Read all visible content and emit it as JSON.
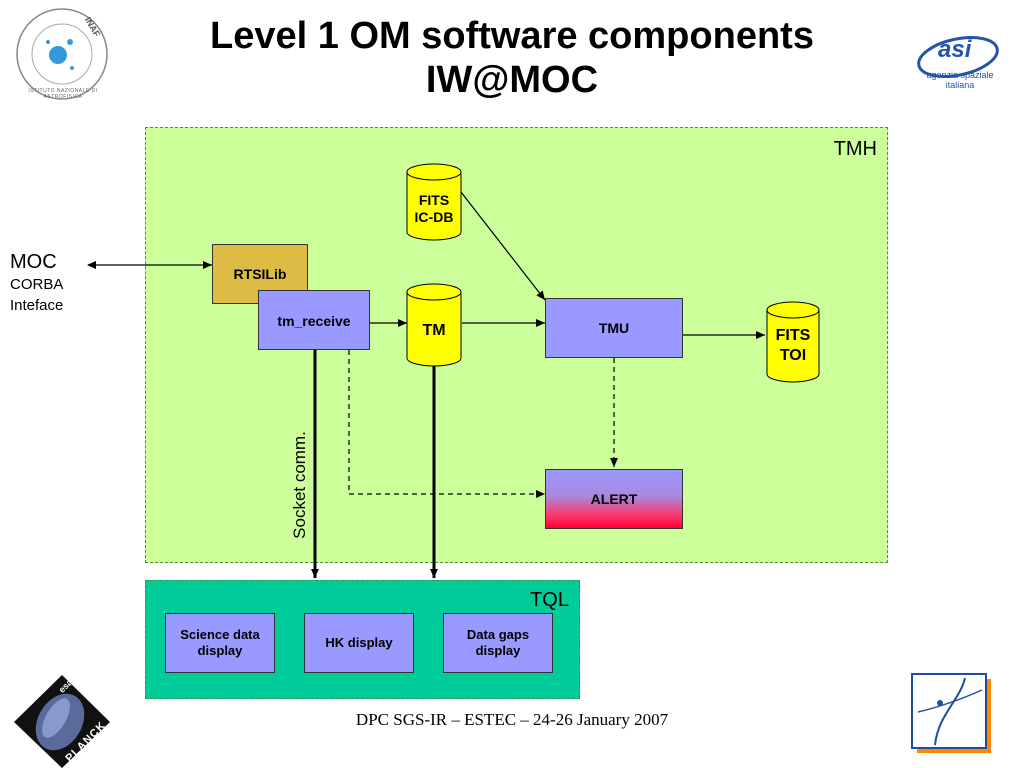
{
  "title": {
    "line1": "Level 1 OM software components",
    "line2": "IW@MOC"
  },
  "regions": {
    "tmh": "TMH",
    "tql": "TQL"
  },
  "moc": {
    "name": "MOC",
    "line2": "CORBA",
    "line3": "Inteface"
  },
  "components": {
    "rtsilib": "RTSILib",
    "tm_receive": "tm_receive",
    "tmu": "TMU",
    "alert": "ALERT"
  },
  "databases": {
    "fits_icdb_line1": "FITS",
    "fits_icdb_line2": "IC-DB",
    "tm": "TM",
    "fits_toi_line1": "FITS",
    "fits_toi_line2": "TOI"
  },
  "displays": {
    "science_line1": "Science data",
    "science_line2": "display",
    "hk": "HK display",
    "gaps_line1": "Data gaps",
    "gaps_line2": "display"
  },
  "edge_labels": {
    "socket": "Socket comm."
  },
  "logos": {
    "inaf_text": "ISTITUTO NAZIONALE DI ASTROFISICA",
    "inaf_brand": "INAF",
    "asi_brand": "asi",
    "asi_line1": "agenzia spaziale",
    "asi_line2": "italiana",
    "planck": "PLANCK",
    "esa": "esa"
  },
  "footer": "DPC SGS-IR – ESTEC – 24-26 January 2007",
  "colors": {
    "tmh_bg": "#ccff99",
    "tql_bg": "#00cc99",
    "component_blue": "#9999ff",
    "rtsilib_gold": "#ddbb44",
    "database_yellow": "#ffff00",
    "alert_red": "#ff0033"
  }
}
